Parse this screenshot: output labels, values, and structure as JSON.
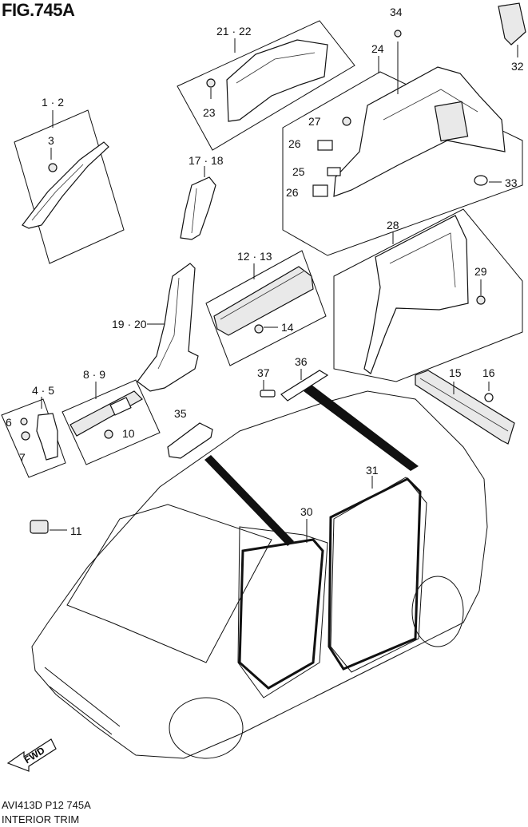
{
  "figure": {
    "title": "FIG.745A",
    "code": "AVI413D P12 745A",
    "name": "INTERIOR TRIM",
    "fwd_label": "FWD"
  },
  "callouts": [
    "1 · 2",
    "3",
    "4 · 5",
    "6",
    "7",
    "8 · 9",
    "10",
    "11",
    "12 · 13",
    "14",
    "15",
    "16",
    "17 · 18",
    "19 · 20",
    "21 · 22",
    "23",
    "24",
    "25",
    "26",
    "26",
    "27",
    "28",
    "29",
    "30",
    "31",
    "32",
    "33",
    "34",
    "35",
    "36",
    "37"
  ]
}
